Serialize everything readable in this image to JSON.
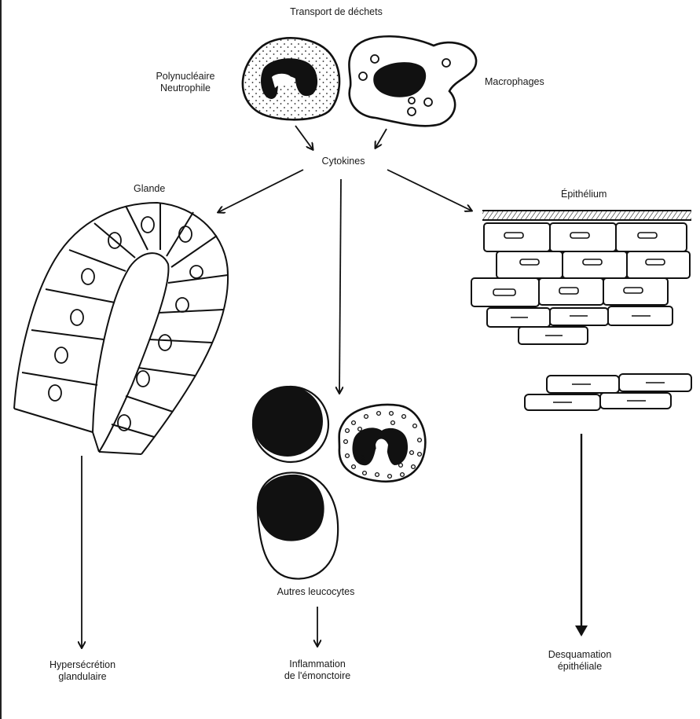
{
  "labels": {
    "transport": "Transport de déchets",
    "pmn_line1": "Polynucléaire",
    "pmn_line2": "Neutrophile",
    "macrophages": "Macrophages",
    "cytokines": "Cytokines",
    "glande": "Glande",
    "epithelium": "Épithélium",
    "autres_leucocytes": "Autres leucocytes",
    "hyper_line1": "Hypersécrétion",
    "hyper_line2": "glandulaire",
    "inflam_line1": "Inflammation",
    "inflam_line2": "de l'émonctoire",
    "desq_line1": "Desquamation",
    "desq_line2": "épithéliale"
  },
  "colors": {
    "ink": "#111111",
    "paper": "#ffffff"
  }
}
